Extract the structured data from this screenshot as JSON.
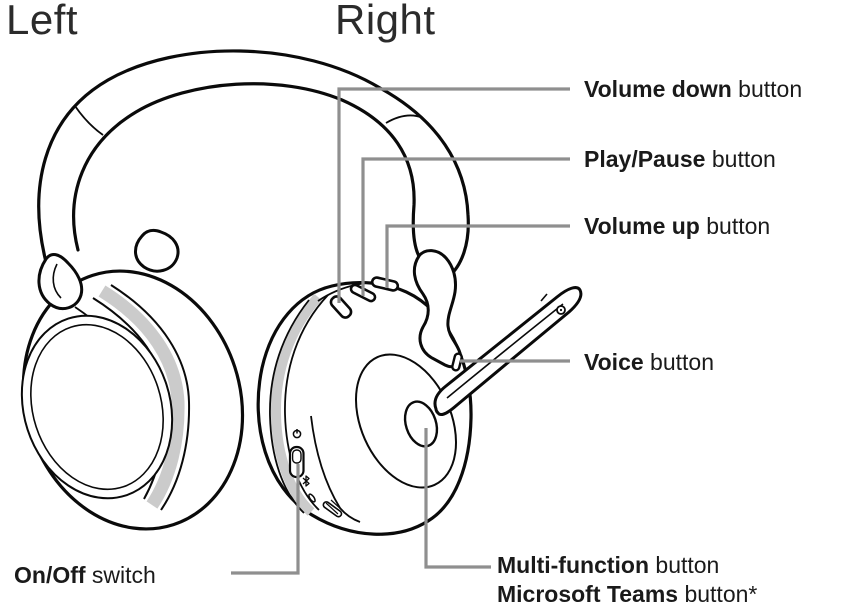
{
  "page": {
    "title_left": "Left",
    "title_right": "Right"
  },
  "callouts": {
    "volume_down": {
      "bold": "Volume down",
      "rest": " button"
    },
    "play_pause": {
      "bold": "Play/Pause",
      "rest": " button"
    },
    "volume_up": {
      "bold": "Volume up",
      "rest": " button"
    },
    "voice": {
      "bold": "Voice",
      "rest": " button"
    },
    "multi_function": {
      "bold": "Multi-function",
      "rest": " button"
    },
    "teams": {
      "bold": "Microsoft Teams",
      "rest": " button*"
    },
    "on_off": {
      "bold": "On/Off",
      "rest": " switch"
    }
  },
  "device_icons": {
    "power": "power-icon",
    "on_off_switch": "on-off-switch",
    "bluetooth": "bluetooth-icon",
    "usb_port": "usb-port-icon",
    "mic_hole": "mic-hole",
    "buttons": [
      "volume-down-button",
      "play-pause-button",
      "volume-up-button",
      "voice-button",
      "multi-function-button"
    ]
  },
  "colors": {
    "line": "#0a0a0a",
    "leader": "#8f8f8f",
    "shade": "#cbcbcb",
    "text": "#1a1a1a"
  }
}
